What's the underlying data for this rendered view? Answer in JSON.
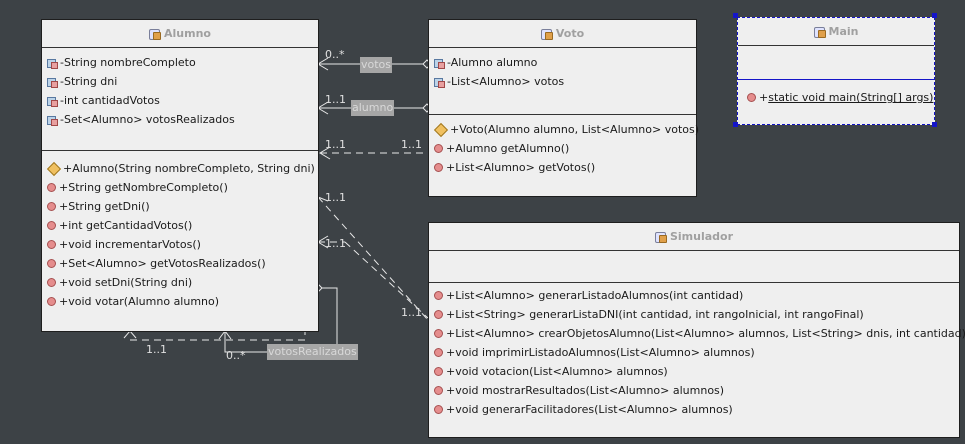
{
  "alumno": {
    "title": "Alumno",
    "fields": [
      "-String nombreCompleto",
      "-String dni",
      "-int cantidadVotos",
      "-Set<Alumno> votosRealizados"
    ],
    "constructor": "+Alumno(String nombreCompleto, String dni)",
    "methods": [
      "+String getNombreCompleto()",
      "+String getDni()",
      "+int getCantidadVotos()",
      "+void incrementarVotos()",
      "+Set<Alumno> getVotosRealizados()",
      "+void setDni(String dni)",
      "+void votar(Alumno alumno)"
    ]
  },
  "voto": {
    "title": "Voto",
    "fields": [
      "-Alumno alumno",
      "-List<Alumno> votos"
    ],
    "constructor": "+Voto(Alumno alumno, List<Alumno> votos)",
    "methods": [
      "+Alumno getAlumno()",
      "+List<Alumno> getVotos()"
    ]
  },
  "main": {
    "title": "Main",
    "method_prefix": "+",
    "method_name": "static void main(String[] args)"
  },
  "simulador": {
    "title": "Simulador",
    "methods": [
      "+List<Alumno> generarListadoAlumnos(int cantidad)",
      "+List<String> generarListaDNI(int cantidad, int rangoInicial, int rangoFinal)",
      "+List<Alumno> crearObjetosAlumno(List<Alumno> alumnos, List<String> dnis, int cantidad)",
      "+void imprimirListadoAlumnos(List<Alumno> alumnos)",
      "+void votacion(List<Alumno> alumnos)",
      "+void mostrarResultados(List<Alumno> alumnos)",
      "+void generarFacilitadores(List<Alumno> alumnos)"
    ]
  },
  "connectors": {
    "votos_mult": "0..*",
    "votos_role": "votos",
    "alumno_mult": "1..1",
    "alumno_role": "alumno",
    "dep1_left": "1..1",
    "dep1_right": "1..1",
    "sim_mult_a": "1..1",
    "sim_mult_b": "1..1",
    "sim_mult_c": "1..1",
    "bottom_mult": "1..1",
    "self_mult": "0..*",
    "self_role": "votosRealizados"
  },
  "colors": {
    "background": "#3d4246",
    "class_fill": "#efefef",
    "selection": "#1515c8"
  }
}
